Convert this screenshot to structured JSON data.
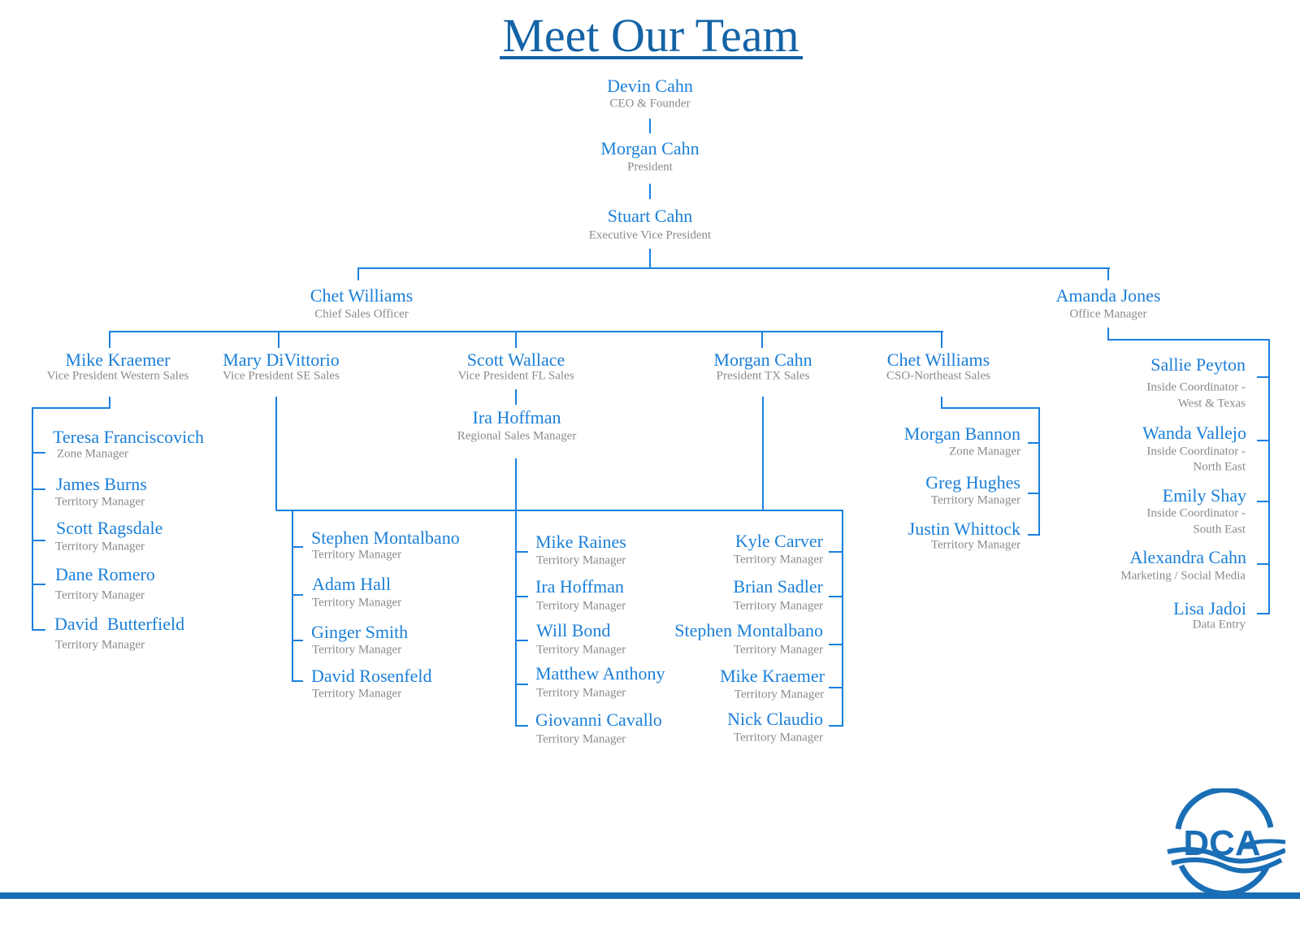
{
  "title": "Meet Our Team",
  "exec": [
    {
      "name": "Devin Cahn",
      "title": "CEO & Founder"
    },
    {
      "name": "Morgan Cahn",
      "title": "President"
    },
    {
      "name": "Stuart Cahn",
      "title": "Executive Vice President"
    }
  ],
  "level2": [
    {
      "name": "Chet Williams",
      "title": "Chief Sales Officer"
    },
    {
      "name": "Amanda Jones",
      "title": "Office Manager"
    }
  ],
  "level3": [
    {
      "name": "Mike Kraemer",
      "title": "Vice President Western Sales"
    },
    {
      "name": "Mary DiVittorio",
      "title": "Vice President SE Sales"
    },
    {
      "name": "Scott Wallace",
      "title": "Vice President FL Sales"
    },
    {
      "name": "Morgan Cahn",
      "title": "President TX Sales"
    },
    {
      "name": "Chet Williams",
      "title": "CSO-Northeast Sales"
    }
  ],
  "regional": {
    "name": "Ira Hoffman",
    "title": "Regional Sales Manager"
  },
  "western": [
    {
      "name": "Teresa Franciscovich",
      "title": "Zone Manager"
    },
    {
      "name": "James Burns",
      "title": "Territory Manager"
    },
    {
      "name": "Scott Ragsdale",
      "title": "Territory Manager"
    },
    {
      "name": "Dane Romero",
      "title": "Territory Manager"
    },
    {
      "name": "David  Butterfield",
      "title": "Territory Manager"
    }
  ],
  "southeast": [
    {
      "name": "Stephen Montalbano",
      "title": "Territory Manager"
    },
    {
      "name": "Adam Hall",
      "title": "Territory Manager"
    },
    {
      "name": "Ginger Smith",
      "title": "Territory Manager"
    },
    {
      "name": "David Rosenfeld",
      "title": "Territory Manager"
    }
  ],
  "florida": [
    {
      "name": "Mike Raines",
      "title": "Territory Manager"
    },
    {
      "name": "Ira Hoffman",
      "title": "Territory Manager"
    },
    {
      "name": "Will Bond",
      "title": "Territory Manager"
    },
    {
      "name": "Matthew Anthony",
      "title": "Territory Manager"
    },
    {
      "name": "Giovanni Cavallo",
      "title": "Territory Manager"
    }
  ],
  "texas": [
    {
      "name": "Kyle Carver",
      "title": "Territory Manager"
    },
    {
      "name": "Brian Sadler",
      "title": "Territory Manager"
    },
    {
      "name": "Stephen Montalbano",
      "title": "Territory Manager"
    },
    {
      "name": "Mike Kraemer",
      "title": "Territory Manager"
    },
    {
      "name": "Nick Claudio",
      "title": "Territory Manager"
    }
  ],
  "northeast": [
    {
      "name": "Morgan Bannon",
      "title": "Zone Manager"
    },
    {
      "name": "Greg Hughes",
      "title": "Territory Manager"
    },
    {
      "name": "Justin Whittock",
      "title": "Territory Manager"
    }
  ],
  "office": [
    {
      "name": "Sallie Peyton",
      "title1": "Inside Coordinator -",
      "title2": "West & Texas"
    },
    {
      "name": "Wanda Vallejo",
      "title1": "Inside Coordinator -",
      "title2": "North East"
    },
    {
      "name": "Emily Shay",
      "title1": "Inside Coordinator -",
      "title2": "South East"
    },
    {
      "name": "Alexandra Cahn",
      "title1": "Marketing / Social Media"
    },
    {
      "name": "Lisa Jadoi",
      "title1": "Data Entry"
    }
  ],
  "logo_text": "DCA",
  "colors": {
    "name": "#1a7fd8",
    "title_text": "#8a8a8a",
    "lines": "#1a80e0",
    "heading": "#1463a6",
    "footer": "#1a6eb5"
  }
}
